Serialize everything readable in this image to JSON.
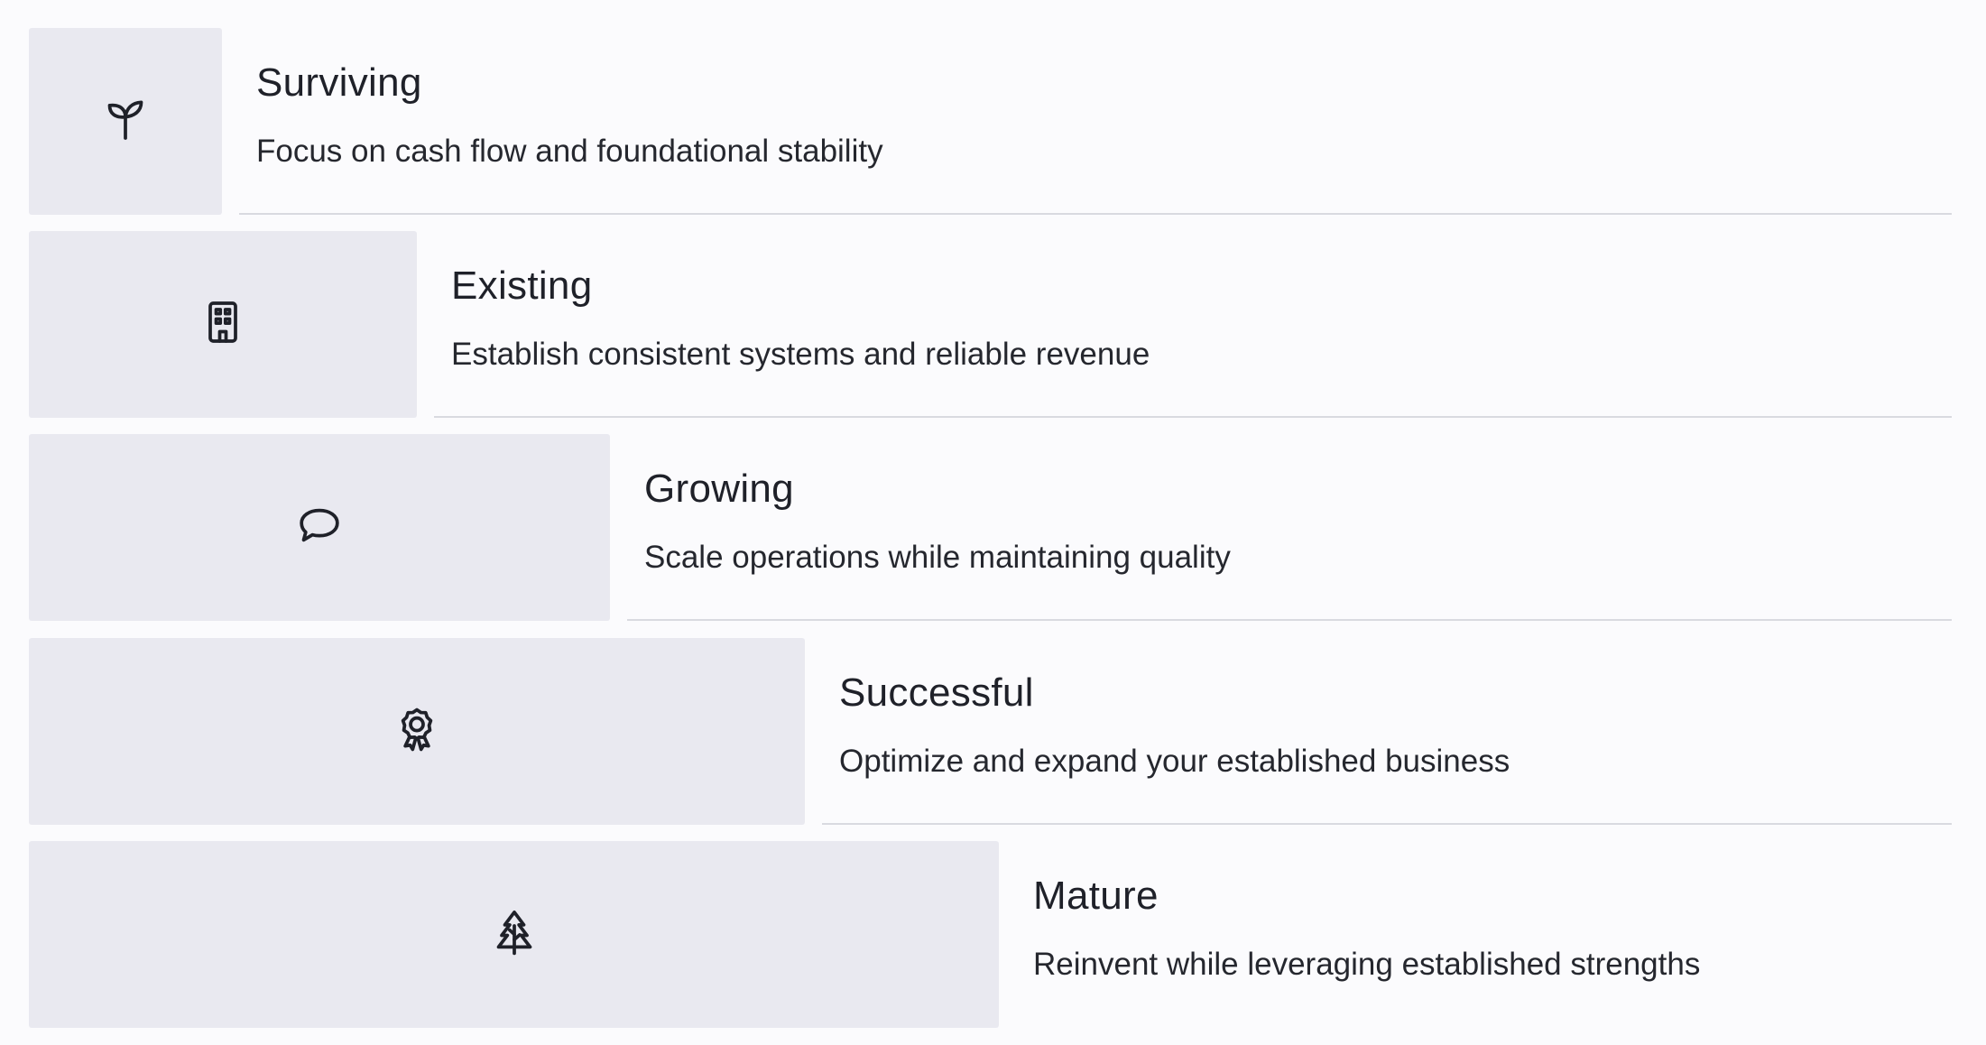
{
  "stages": [
    {
      "title": "Surviving",
      "description": "Focus on cash flow and foundational stability",
      "icon": "sprout-icon"
    },
    {
      "title": "Existing",
      "description": "Establish consistent systems and reliable revenue",
      "icon": "building-icon"
    },
    {
      "title": "Growing",
      "description": "Scale operations while maintaining quality",
      "icon": "message-bubble-icon"
    },
    {
      "title": "Successful",
      "description": "Optimize and expand your established business",
      "icon": "award-ribbon-icon"
    },
    {
      "title": "Mature",
      "description": "Reinvent while leveraging established strengths",
      "icon": "tree-icon"
    }
  ],
  "colors": {
    "background": "#fbfbfd",
    "icon_block": "#e9e9f0",
    "text": "#1f2129",
    "divider": "#d9dae0"
  }
}
